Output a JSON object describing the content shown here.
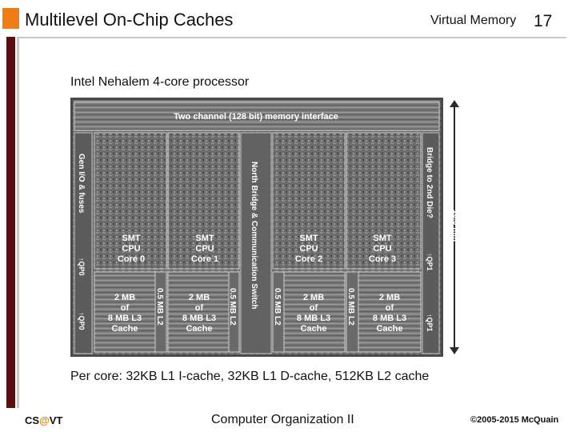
{
  "slide": {
    "title": "Multilevel On-Chip Caches",
    "topic": "Virtual Memory",
    "page_number": "17",
    "subtitle": "Intel Nehalem 4-core processor",
    "caption": "Per core: 32KB L1 I-cache, 32KB L1 D-cache, 512KB L2 cache",
    "accent_color": "#f07c14",
    "bar_color": "#5a1010"
  },
  "die": {
    "memory_interface": "Two channel (128 bit) memory interface",
    "gen_io": "Gen I/O & fuses",
    "north_bridge": "North Bridge & Communication Switch",
    "bridge_die": "Bridge to 2nd Die?",
    "dimension": "13.5 mm",
    "qp0_upper": "↑QP0",
    "qp0_lower": "↑QP0",
    "qp1_upper": "↑QP1",
    "qp1_lower": "↑QP1",
    "cores": [
      {
        "line1": "SMT",
        "line2": "CPU",
        "line3": "Core 0"
      },
      {
        "line1": "SMT",
        "line2": "CPU",
        "line3": "Core 1"
      },
      {
        "line1": "SMT",
        "line2": "CPU",
        "line3": "Core 2"
      },
      {
        "line1": "SMT",
        "line2": "CPU",
        "line3": "Core 3"
      }
    ],
    "l3": [
      {
        "line1": "2 MB",
        "line2": "of",
        "line3": "8 MB L3",
        "line4": "Cache"
      },
      {
        "line1": "2 MB",
        "line2": "of",
        "line3": "8 MB L3",
        "line4": "Cache"
      },
      {
        "line1": "2 MB",
        "line2": "of",
        "line3": "8 MB L3",
        "line4": "Cache"
      },
      {
        "line1": "2 MB",
        "line2": "of",
        "line3": "8 MB L3",
        "line4": "Cache"
      }
    ],
    "l2": [
      "0.5 MB L2",
      "0.5 MB L2",
      "0.5 MB L2",
      "0.5 MB L2"
    ]
  },
  "footer": {
    "left_prefix": "CS",
    "left_at": "@",
    "left_suffix": "VT",
    "center": "Computer Organization II",
    "right": "©2005-2015 McQuain"
  }
}
